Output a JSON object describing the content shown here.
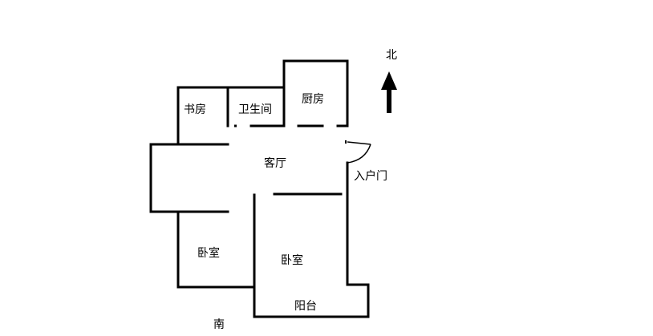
{
  "labels": {
    "north": "北",
    "south": "南",
    "study": "书房",
    "bathroom": "卫生间",
    "kitchen": "厨房",
    "living_room": "客厅",
    "entrance": "入户门",
    "bedroom_left": "卧室",
    "bedroom_right": "卧室",
    "balcony": "阳台"
  },
  "colors": {
    "wall": "#000000",
    "background": "#ffffff"
  }
}
